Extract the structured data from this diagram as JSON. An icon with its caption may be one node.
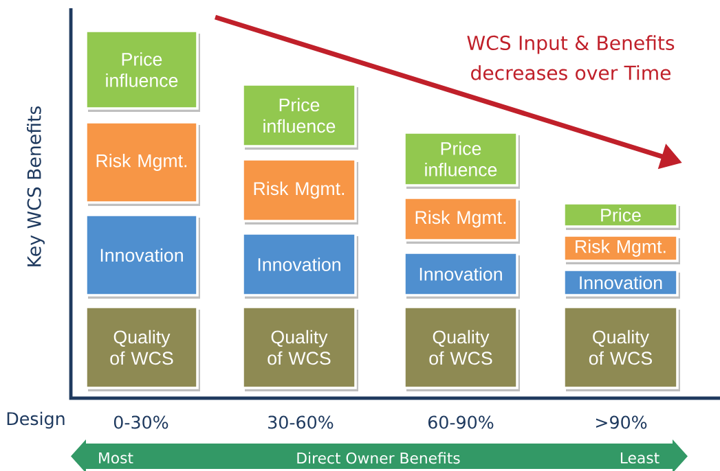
{
  "diagram": {
    "nodes": [
      {
        "text": [
          "Price influence"
        ]
      },
      {
        "text": [
          "Risk Mgmt."
        ]
      },
      {
        "text": [
          "Innovation"
        ]
      },
      {
        "text": [
          "Quality of WCS"
        ]
      },
      {
        "text": [
          "Price influence"
        ]
      },
      {
        "text": [
          "Risk Mgmt."
        ]
      },
      {
        "text": [
          "Innovation"
        ]
      },
      {
        "text": [
          "Quality of WCS"
        ]
      },
      {
        "text": [
          "Price influence"
        ]
      },
      {
        "text": [
          "Risk Mgmt."
        ]
      },
      {
        "text": [
          "Innovation"
        ]
      },
      {
        "text": [
          "Quality of WCS"
        ]
      },
      {
        "text": [
          "Price"
        ]
      },
      {
        "text": [
          "Risk Mgmt."
        ]
      },
      {
        "text": [
          "Innovation"
        ]
      },
      {
        "text": [
          "Quality of WCS"
        ]
      },
      {
        "text": [
          "Most",
          "Direct Owner Benefits",
          "Least"
        ]
      }
    ],
    "edges": [],
    "labels": [
      "WCS Input & Benefits decreases over Time",
      "Key WCS Benefits",
      "Design",
      "0-30%",
      "30-60%",
      "60-90%",
      ">90%"
    ]
  }
}
